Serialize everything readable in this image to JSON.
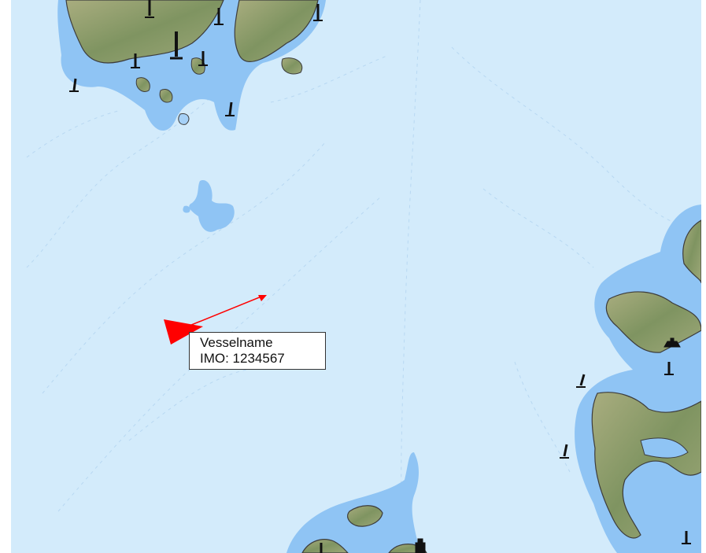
{
  "map": {
    "colors": {
      "sea": "#d3ebfb",
      "shallow_water": "#8fc4f4",
      "mid_water": "#a6d1f7",
      "land": "#8a9a6a",
      "land_light": "#a7ad80",
      "coastline": "#3c3c3c",
      "vessel": "#ff0000",
      "beacon": "#111111"
    },
    "layers": [
      "sea",
      "depth-contours",
      "shallow-water",
      "islands",
      "navigation-marks",
      "vessel",
      "vessel-label"
    ]
  },
  "vessel": {
    "name": "Vesselname",
    "imo_text": "IMO: 1234567",
    "heading_icon": "triangle-vessel-icon",
    "course_vector_icon": "red-arrow-icon"
  },
  "navigation_marks": {
    "icon": "beacon-mark-icon",
    "lighthouse_icon": "lighthouse-icon"
  }
}
